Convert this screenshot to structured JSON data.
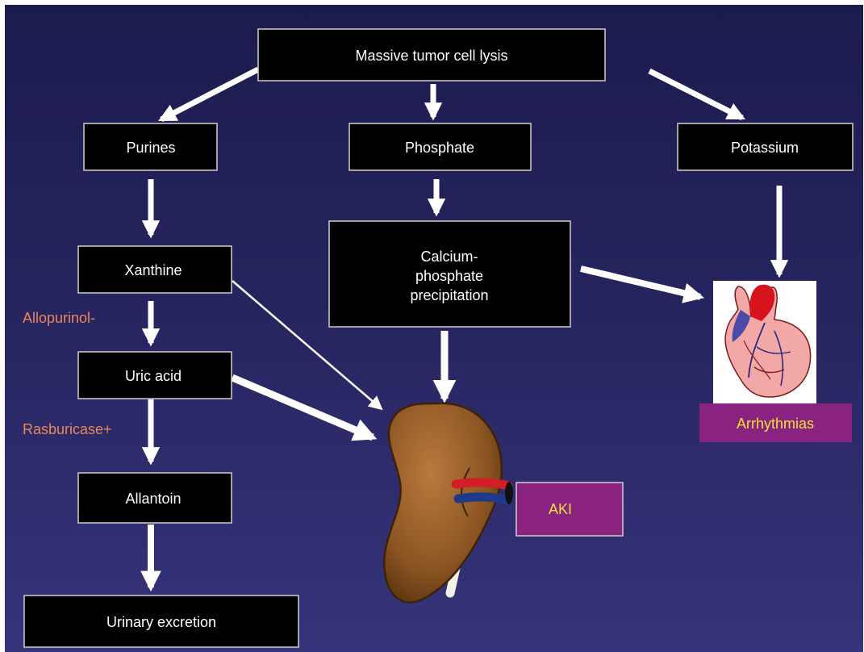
{
  "nodes": {
    "lysis": "Massive tumor cell lysis",
    "purines": "Purines",
    "phosphate": "Phosphate",
    "potassium": "Potassium",
    "xanthine": "Xanthine",
    "calcium": [
      "Calcium-",
      "phosphate",
      "precipitation"
    ],
    "uric_acid": "Uric acid",
    "allantoin": "Allantoin",
    "urinary": "Urinary excretion"
  },
  "drugs": {
    "allopurinol": "Allopurinol-",
    "rasburicase": "Rasburicase+"
  },
  "outcomes": {
    "aki": "AKI",
    "arrhythmias": "Arrhythmias"
  },
  "colors": {
    "background_top": "#1c1b4e",
    "background_bottom": "#36347a",
    "box_fill": "#000000",
    "drug_text": "#e8875a",
    "outcome_box": "#8a237f",
    "outcome_text": "#f5e03a"
  },
  "images": {
    "kidney": "kidney-illustration",
    "heart": "heart-illustration"
  }
}
